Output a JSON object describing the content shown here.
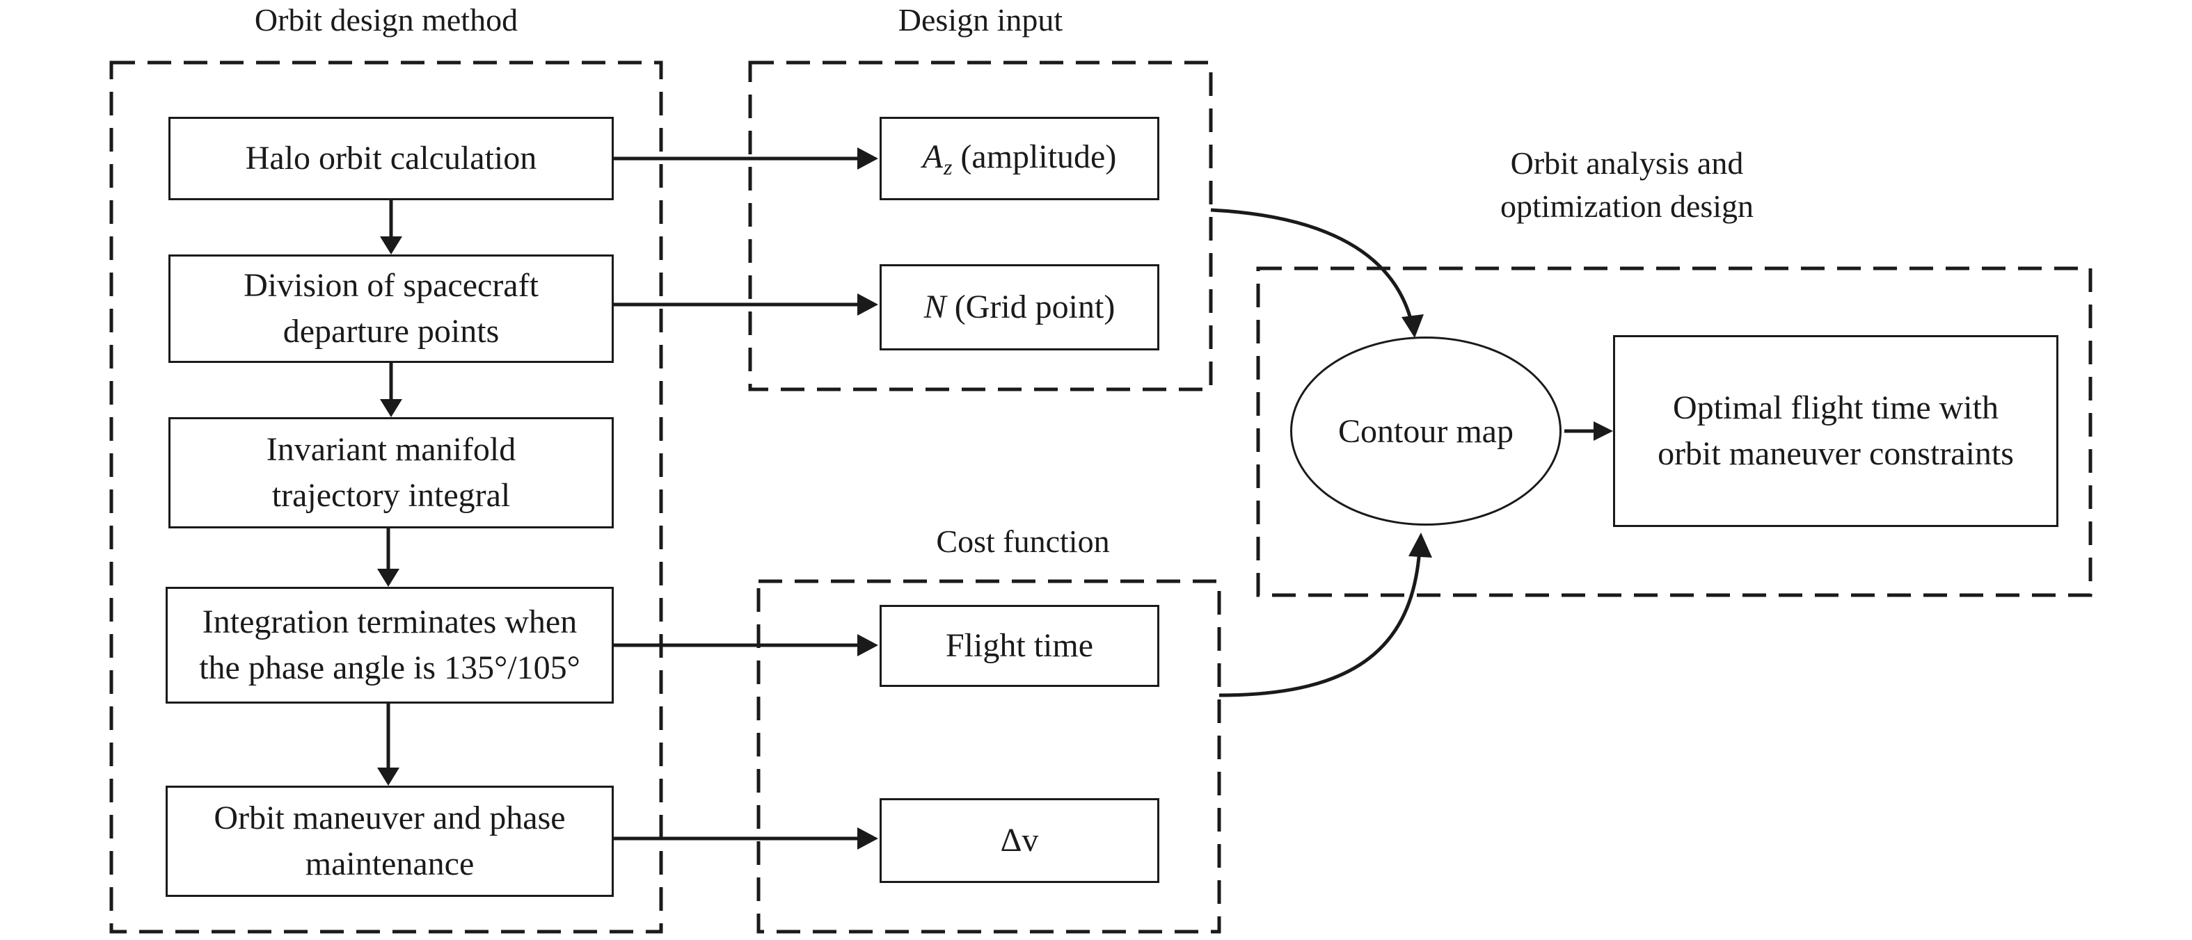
{
  "groups": {
    "method": {
      "title": "Orbit design method"
    },
    "input": {
      "title": "Design input"
    },
    "analysis": {
      "title_line1": "Orbit analysis and",
      "title_line2": "optimization design"
    },
    "cost": {
      "title": "Cost function"
    }
  },
  "method_steps": {
    "halo": {
      "line1": "Halo orbit calculation"
    },
    "division": {
      "line1": "Division of spacecraft",
      "line2": "departure points"
    },
    "manifold": {
      "line1": "Invariant manifold",
      "line2": "trajectory integral"
    },
    "terminate": {
      "line1": "Integration terminates when",
      "line2": "the phase angle is 135°/105°"
    },
    "maneuver": {
      "line1": "Orbit maneuver and phase",
      "line2": "maintenance"
    }
  },
  "inputs": {
    "amplitude": {
      "symbol": "A",
      "subscript": "z",
      "label": " (amplitude)"
    },
    "grid": {
      "symbol": "N",
      "label": " (Grid point)"
    }
  },
  "analysis": {
    "contour": {
      "label": "Contour map"
    },
    "optimal": {
      "line1": "Optimal flight time with",
      "line2": "orbit maneuver constraints"
    }
  },
  "costs": {
    "flight_time": {
      "label": "Flight time"
    },
    "delta_v": {
      "label": "Δv"
    }
  },
  "colors": {
    "stroke": "#1a1a1a",
    "background": "#ffffff"
  }
}
